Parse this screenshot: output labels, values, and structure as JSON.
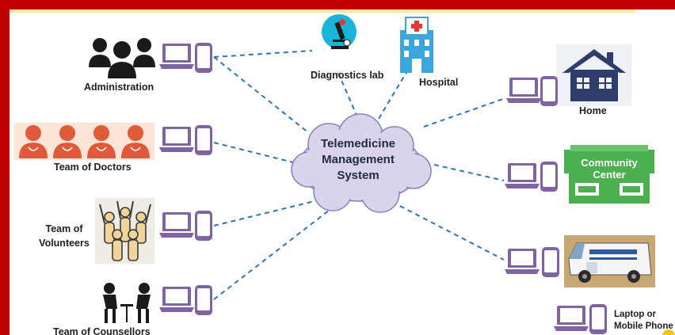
{
  "title": "Telemedicine Management System",
  "center": {
    "line1": "Telemedicine",
    "line2": "Management",
    "line3": "System"
  },
  "nodes": {
    "administration": "Administration",
    "diagnostics_lab": "Diagnostics lab",
    "hospital": "Hospital",
    "team_of_doctors": "Team of Doctors",
    "team_of_volunteers_1": "Team of",
    "team_of_volunteers_2": "Volunteers",
    "team_of_counsellors": "Team of Counsellors",
    "home": "Home",
    "community_center": "Community Center",
    "legend_1": "Laptop or",
    "legend_2": "Mobile Phone"
  },
  "colors": {
    "frame": "#c00000",
    "device": "#8064a2",
    "link": "#2e75b6",
    "cloud_fill": "#d9d3ec",
    "home": "#2f3d6b",
    "community": "#4caf50",
    "doctor": "#e05a3a"
  },
  "icons": [
    "people-group-icon",
    "microscope-icon",
    "hospital-icon",
    "doctor-icon",
    "volunteers-icon",
    "counsellors-icon",
    "home-icon",
    "community-center-icon",
    "ambulance-icon",
    "laptop-icon",
    "mobile-icon"
  ]
}
